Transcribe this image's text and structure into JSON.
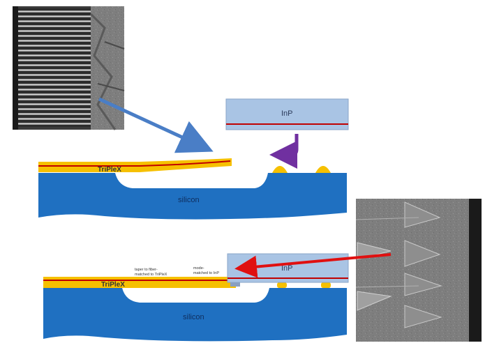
{
  "labels": {
    "top_inp": "InP",
    "top_triplex": "TriPleX",
    "top_silicon": "silicon",
    "bottom_inp": "InP",
    "bottom_triplex": "TriPleX",
    "bottom_silicon": "silicon",
    "note_taper_line1": "taper to fiber-",
    "note_taper_line2": "matched to TriPleX",
    "note_mode_line1": "mode-",
    "note_mode_line2": "matched to InP"
  },
  "colors": {
    "silicon": "#1f70c1",
    "triplex": "#f6c000",
    "inp": "#a9c4e4",
    "waveguide_red": "#c00000",
    "arrow_blue": "#4a7ec6",
    "arrow_purple": "#7030a0",
    "arrow_red": "#e01010",
    "micrograph_dark": "#3a3a3a",
    "micrograph_light": "#8a8a8a"
  },
  "icons": {
    "top_left_image": "sem-micrograph-waveguide-array",
    "bottom_right_image": "sem-micrograph-taper-array"
  }
}
